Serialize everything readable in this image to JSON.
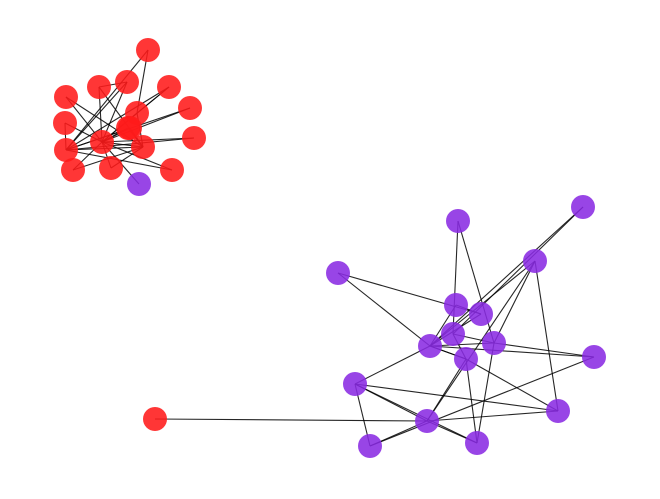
{
  "graph": {
    "type": "network",
    "directed": true,
    "colors": {
      "group_a": "#ff1a1a",
      "group_b": "#8a2be2",
      "edge": "#000000",
      "background": "#ffffff"
    },
    "node_opacity": 0.88,
    "nodes": [
      {
        "id": "a1",
        "group": "group_a"
      },
      {
        "id": "a2",
        "group": "group_a"
      },
      {
        "id": "a3",
        "group": "group_a"
      },
      {
        "id": "a4",
        "group": "group_a"
      },
      {
        "id": "a5",
        "group": "group_a"
      },
      {
        "id": "a6",
        "group": "group_a"
      },
      {
        "id": "a7",
        "group": "group_a"
      },
      {
        "id": "a8",
        "group": "group_a"
      },
      {
        "id": "a9",
        "group": "group_a"
      },
      {
        "id": "a10",
        "group": "group_a"
      },
      {
        "id": "a11",
        "group": "group_a"
      },
      {
        "id": "a12",
        "group": "group_a"
      },
      {
        "id": "a13",
        "group": "group_a"
      },
      {
        "id": "a14",
        "group": "group_a"
      },
      {
        "id": "a15",
        "group": "group_a"
      },
      {
        "id": "a16",
        "group": "group_a"
      },
      {
        "id": "a17",
        "group": "group_a"
      },
      {
        "id": "a18",
        "group": "group_b"
      },
      {
        "id": "b1",
        "group": "group_b"
      },
      {
        "id": "b2",
        "group": "group_b"
      },
      {
        "id": "b3",
        "group": "group_b"
      },
      {
        "id": "b4",
        "group": "group_b"
      },
      {
        "id": "b5",
        "group": "group_b"
      },
      {
        "id": "b6",
        "group": "group_b"
      },
      {
        "id": "b7",
        "group": "group_b"
      },
      {
        "id": "b8",
        "group": "group_b"
      },
      {
        "id": "b9",
        "group": "group_b"
      },
      {
        "id": "b10",
        "group": "group_b"
      },
      {
        "id": "b11",
        "group": "group_b"
      },
      {
        "id": "b12",
        "group": "group_b"
      },
      {
        "id": "b13",
        "group": "group_b"
      },
      {
        "id": "b14",
        "group": "group_b"
      },
      {
        "id": "b15",
        "group": "group_b"
      },
      {
        "id": "b16",
        "group": "group_a"
      }
    ],
    "edges": [
      [
        "a1",
        "a13"
      ],
      [
        "a1",
        "a6"
      ],
      [
        "a2",
        "a12"
      ],
      [
        "a2",
        "a11"
      ],
      [
        "a3",
        "a13"
      ],
      [
        "a3",
        "a11"
      ],
      [
        "a4",
        "a11"
      ],
      [
        "a4",
        "a13"
      ],
      [
        "a5",
        "a11"
      ],
      [
        "a5",
        "a12"
      ],
      [
        "a6",
        "a12"
      ],
      [
        "a6",
        "a11"
      ],
      [
        "a7",
        "a11"
      ],
      [
        "a7",
        "a13"
      ],
      [
        "a8",
        "a13"
      ],
      [
        "a8",
        "a11"
      ],
      [
        "a9",
        "a12"
      ],
      [
        "a9",
        "a11"
      ],
      [
        "a10",
        "a13"
      ],
      [
        "a10",
        "a11"
      ],
      [
        "a12",
        "a11"
      ],
      [
        "a12",
        "a13"
      ],
      [
        "a13",
        "a17"
      ],
      [
        "a13",
        "a16"
      ],
      [
        "a14",
        "a11"
      ],
      [
        "a14",
        "a12"
      ],
      [
        "a15",
        "a11"
      ],
      [
        "a15",
        "a12"
      ],
      [
        "a16",
        "a11"
      ],
      [
        "a17",
        "a11"
      ],
      [
        "a17",
        "a12"
      ],
      [
        "a18",
        "a11"
      ],
      [
        "a4",
        "a6"
      ],
      [
        "a3",
        "a2"
      ],
      [
        "b1",
        "b9"
      ],
      [
        "b1",
        "b7"
      ],
      [
        "b2",
        "b7"
      ],
      [
        "b2",
        "b8"
      ],
      [
        "b3",
        "b6"
      ],
      [
        "b3",
        "b8"
      ],
      [
        "b4",
        "b8"
      ],
      [
        "b4",
        "b9"
      ],
      [
        "b4",
        "b13"
      ],
      [
        "b4",
        "b14"
      ],
      [
        "b5",
        "b6"
      ],
      [
        "b5",
        "b8"
      ],
      [
        "b6",
        "b8"
      ],
      [
        "b7",
        "b9"
      ],
      [
        "b7",
        "b10"
      ],
      [
        "b8",
        "b9"
      ],
      [
        "b8",
        "b10"
      ],
      [
        "b8",
        "b11"
      ],
      [
        "b8",
        "b12"
      ],
      [
        "b9",
        "b11"
      ],
      [
        "b10",
        "b13"
      ],
      [
        "b10",
        "b14"
      ],
      [
        "b10",
        "b8"
      ],
      [
        "b11",
        "b15"
      ],
      [
        "b12",
        "b14"
      ],
      [
        "b12",
        "b15"
      ],
      [
        "b13",
        "b14"
      ],
      [
        "b13",
        "b15"
      ],
      [
        "b13",
        "b12"
      ],
      [
        "b16",
        "b13"
      ]
    ]
  }
}
